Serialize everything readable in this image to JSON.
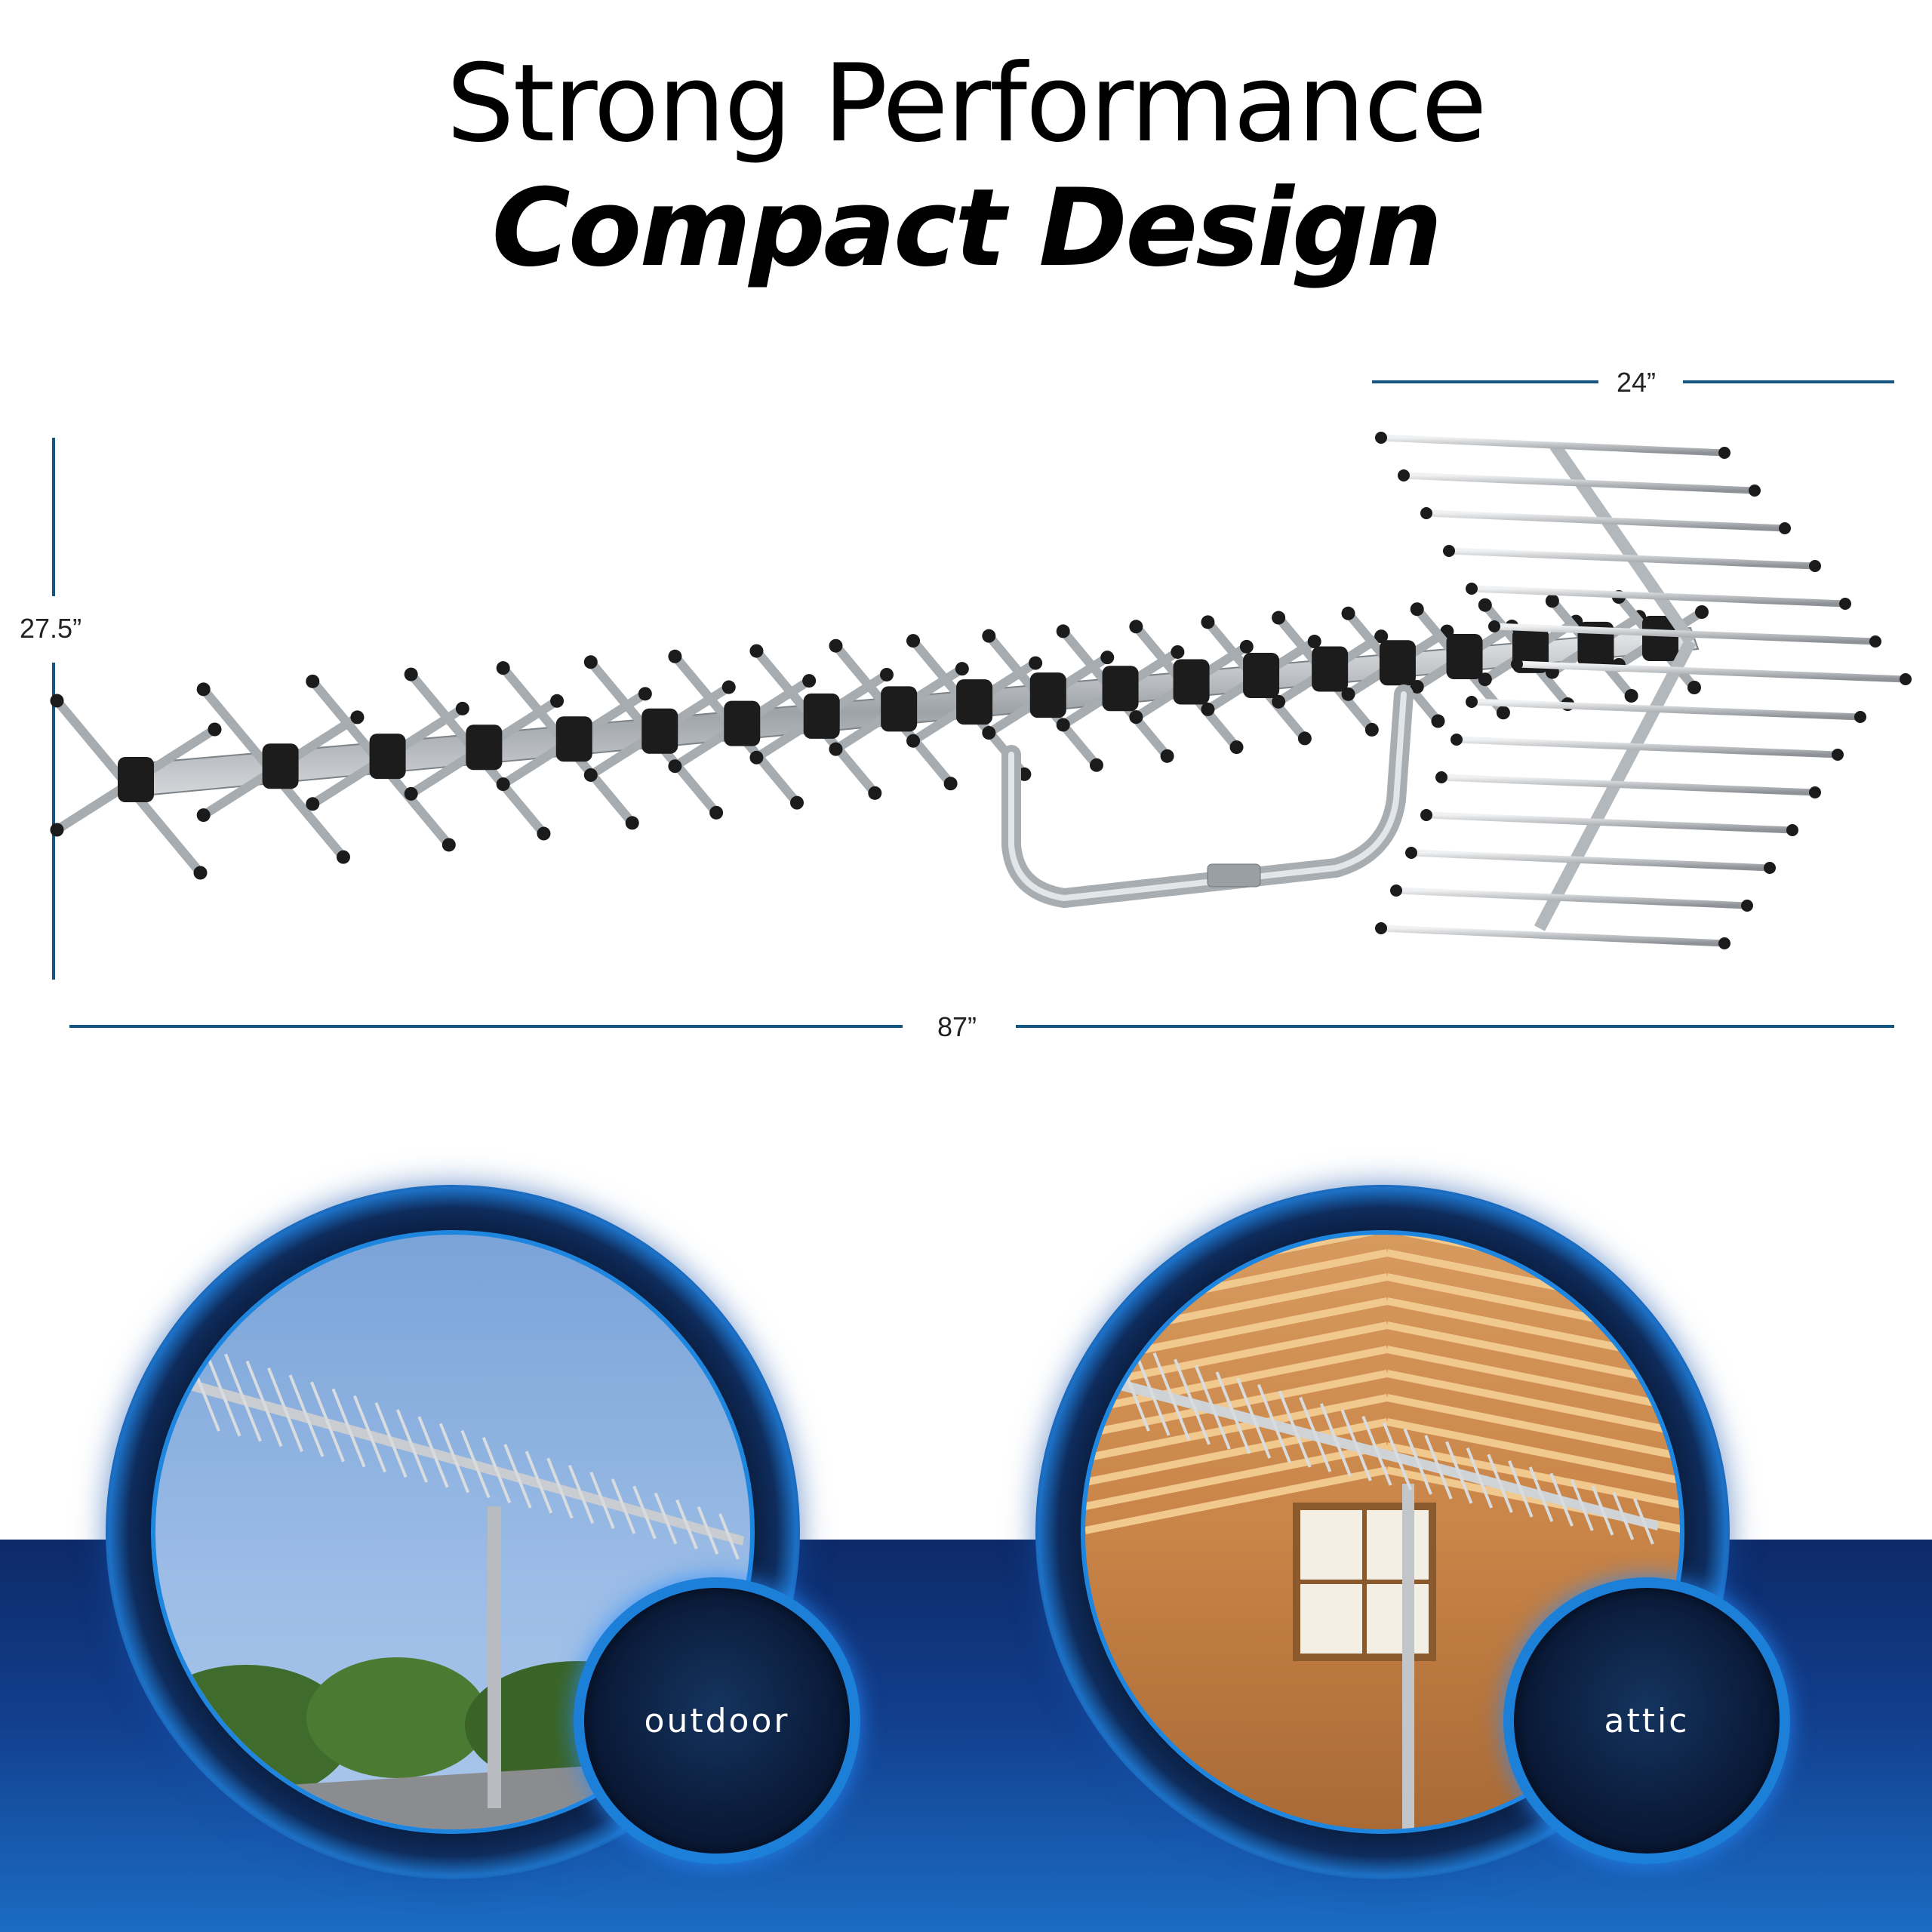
{
  "header": {
    "title_line1": "Strong Performance",
    "title_line2": "Compact Design"
  },
  "dimensions": {
    "width_label": "24”",
    "height_label": "27.5”",
    "length_label": "87”"
  },
  "scenes": [
    {
      "label": "outdoor",
      "setting": "rooftop"
    },
    {
      "label": "attic",
      "setting": "attic"
    }
  ],
  "colors": {
    "dimension_line": "#15557f",
    "band_dark": "#0d2a68",
    "band_light": "#1b6cc4",
    "ring_accent": "#1c7fd8"
  }
}
